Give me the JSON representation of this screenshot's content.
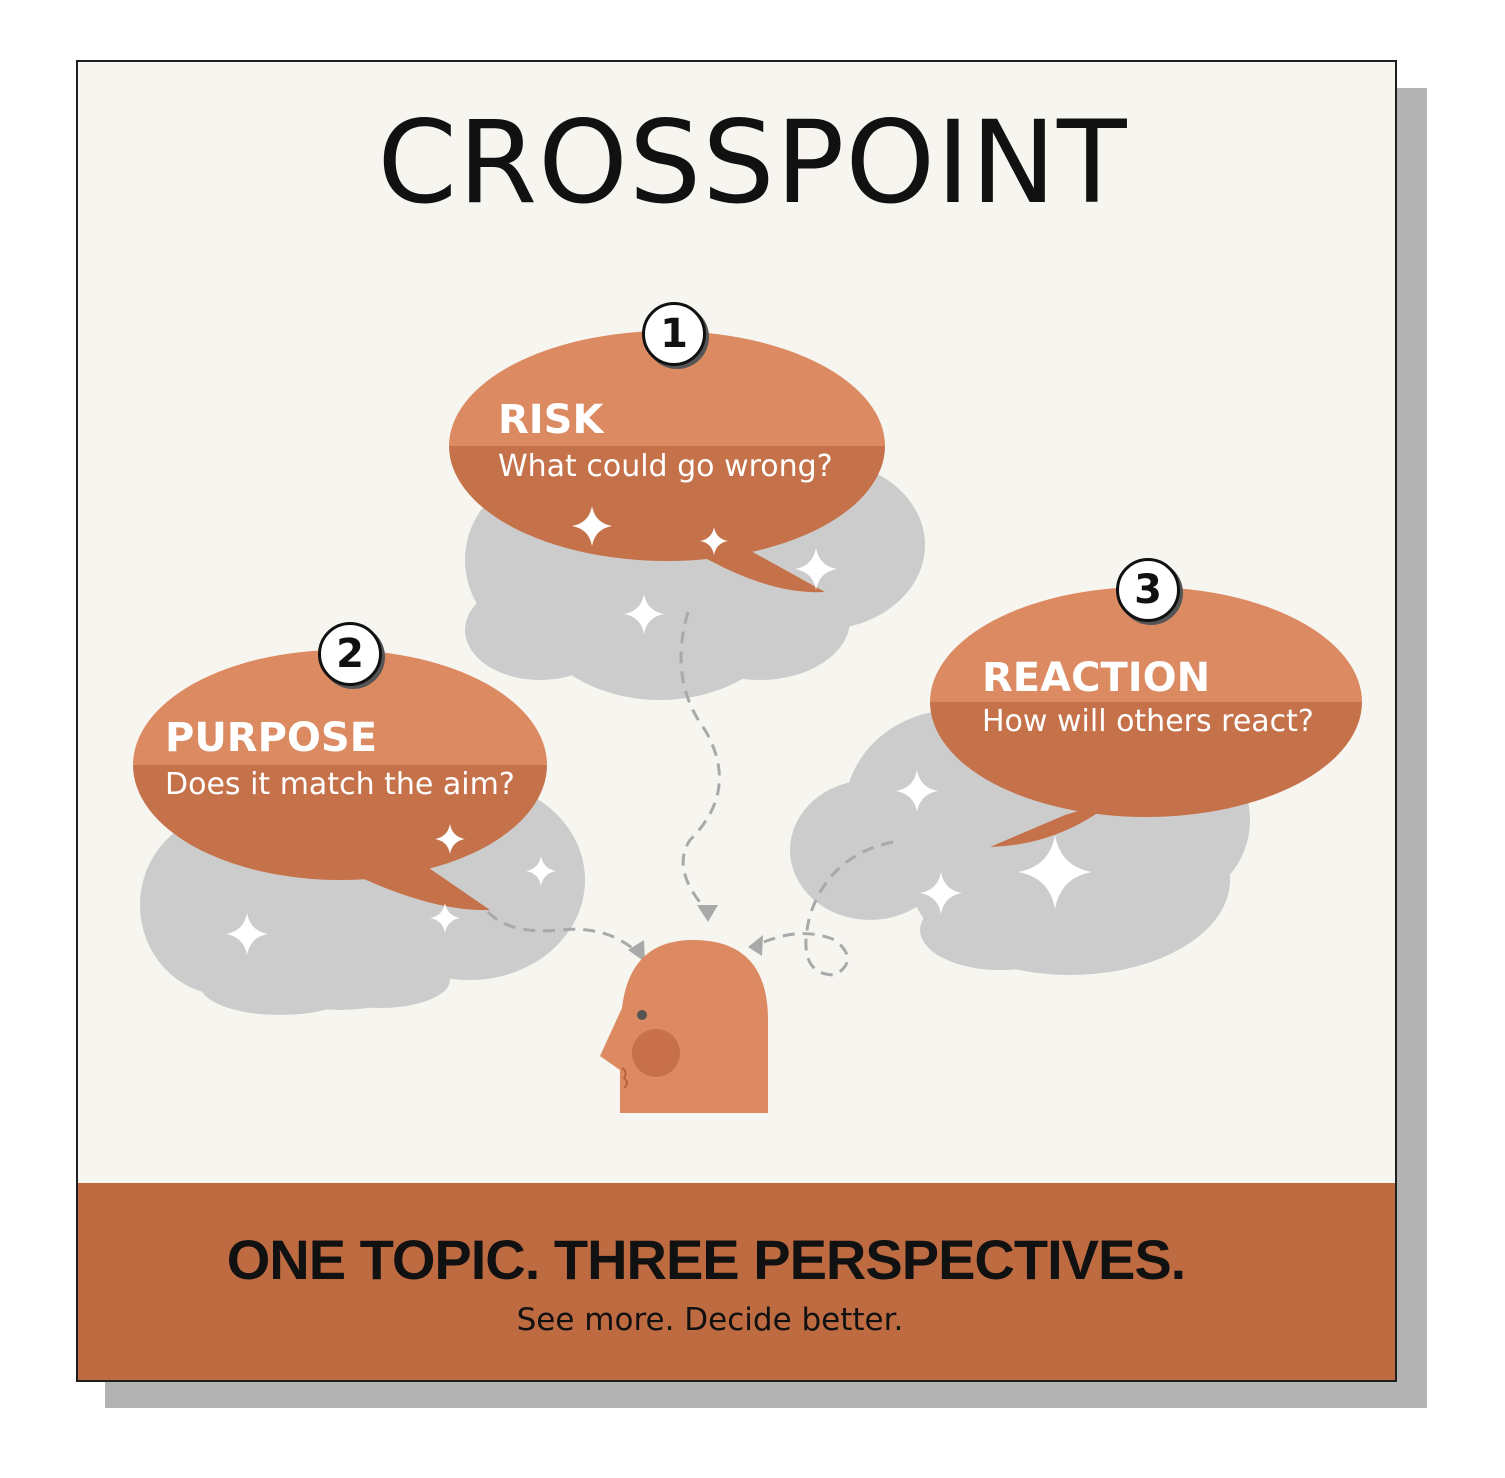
{
  "title": "CROSSPOINT",
  "perspectives": [
    {
      "number": "1",
      "heading": "RISK",
      "question": "What could go wrong?"
    },
    {
      "number": "2",
      "heading": "PURPOSE",
      "question": "Does it match the aim?"
    },
    {
      "number": "3",
      "heading": "REACTION",
      "question": "How will others react?"
    }
  ],
  "footer": {
    "tagline": "ONE TOPIC. THREE PERSPECTIVES.",
    "subline": "See more. Decide better."
  },
  "colors": {
    "background": "#f7f5f0",
    "bubble_top": "#dc8a62",
    "bubble_bottom": "#c5724b",
    "cloud": "#cccccc",
    "footer_band": "#bf6b42",
    "head": "#dd8a62",
    "arrow": "#a9a9a9"
  }
}
